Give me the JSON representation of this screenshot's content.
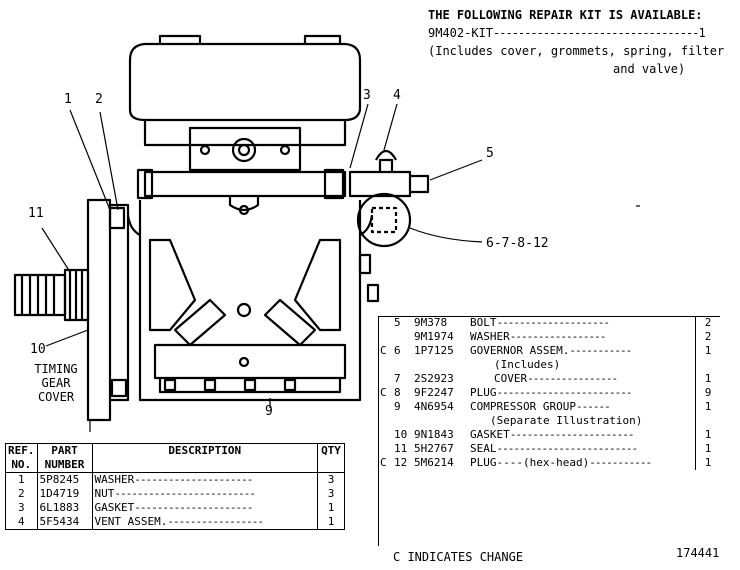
{
  "kit_notice": {
    "heading": "THE FOLLOWING REPAIR KIT IS AVAILABLE:",
    "kit_part": "9M402-KIT",
    "kit_qty": "1",
    "includes_line1": "(Includes cover, grommets, spring, filter",
    "includes_line2": "and valve)"
  },
  "callouts": {
    "c1": "1",
    "c2": "2",
    "c3": "3",
    "c4": "4",
    "c5": "5",
    "c678": "6-7-8-12",
    "c9": "9",
    "c11": "11",
    "c10": "10",
    "timing_line1": "TIMING",
    "timing_line2": "GEAR",
    "timing_line3": "COVER"
  },
  "left_table": {
    "headers": [
      "REF. NO.",
      "PART NUMBER",
      "DESCRIPTION",
      "QTY"
    ],
    "rows": [
      {
        "ref": "1",
        "part": "5P8245",
        "desc": "WASHER",
        "qty": "3"
      },
      {
        "ref": "2",
        "part": "1D4719",
        "desc": "NUT",
        "qty": "3"
      },
      {
        "ref": "3",
        "part": "6L1883",
        "desc": "GASKET",
        "qty": "1"
      },
      {
        "ref": "4",
        "part": "5F5434",
        "desc": "VENT ASSEM.",
        "qty": "1"
      }
    ]
  },
  "right_table": {
    "rows": [
      {
        "c": "",
        "ref": "5",
        "part": "9M378",
        "desc": "BOLT",
        "qty": "2"
      },
      {
        "c": "",
        "ref": "",
        "part": "9M1974",
        "desc": "WASHER",
        "qty": "2"
      },
      {
        "c": "C",
        "ref": "6",
        "part": "1P7125",
        "desc": "GOVERNOR ASSEM.",
        "qty": "1"
      },
      {
        "c": "",
        "ref": "",
        "part": "",
        "desc": "(Includes)",
        "qty": ""
      },
      {
        "c": "",
        "ref": "7",
        "part": "2S2923",
        "desc": "COVER",
        "qty": "1"
      },
      {
        "c": "C",
        "ref": "8",
        "part": "9F2247",
        "desc": "PLUG",
        "qty": "9"
      },
      {
        "c": "",
        "ref": "9",
        "part": "4N6954",
        "desc": "COMPRESSOR GROUP",
        "qty": "1"
      },
      {
        "c": "",
        "ref": "",
        "part": "",
        "desc": "(Separate Illustration)",
        "qty": ""
      },
      {
        "c": "",
        "ref": "10",
        "part": "9N1843",
        "desc": "GASKET",
        "qty": "1"
      },
      {
        "c": "",
        "ref": "11",
        "part": "5H2767",
        "desc": "SEAL",
        "qty": "1"
      },
      {
        "c": "C",
        "ref": "12",
        "part": "5M6214",
        "desc": "PLUG----(hex-head)",
        "qty": "1"
      }
    ]
  },
  "footer": {
    "change_note": "C INDICATES CHANGE",
    "illustration_no": "174441"
  }
}
